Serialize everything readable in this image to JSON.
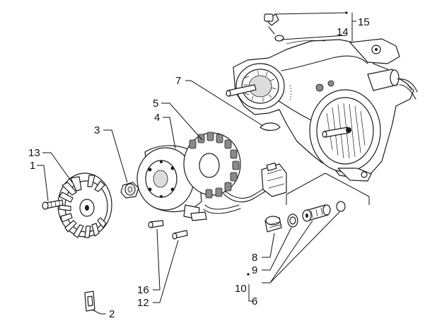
{
  "callouts": [
    {
      "id": "c15",
      "text": "15"
    },
    {
      "id": "c14",
      "text": "14"
    },
    {
      "id": "c7",
      "text": "7"
    },
    {
      "id": "c5",
      "text": "5"
    },
    {
      "id": "c4",
      "text": "4"
    },
    {
      "id": "c3",
      "text": "3"
    },
    {
      "id": "c13",
      "text": "13"
    },
    {
      "id": "c1",
      "text": "1"
    },
    {
      "id": "c8",
      "text": "8"
    },
    {
      "id": "c9",
      "text": "9"
    },
    {
      "id": "c10",
      "text": "10"
    },
    {
      "id": "c6",
      "text": "6"
    },
    {
      "id": "c16",
      "text": "16"
    },
    {
      "id": "c12",
      "text": "12"
    },
    {
      "id": "c2",
      "text": "2"
    }
  ]
}
